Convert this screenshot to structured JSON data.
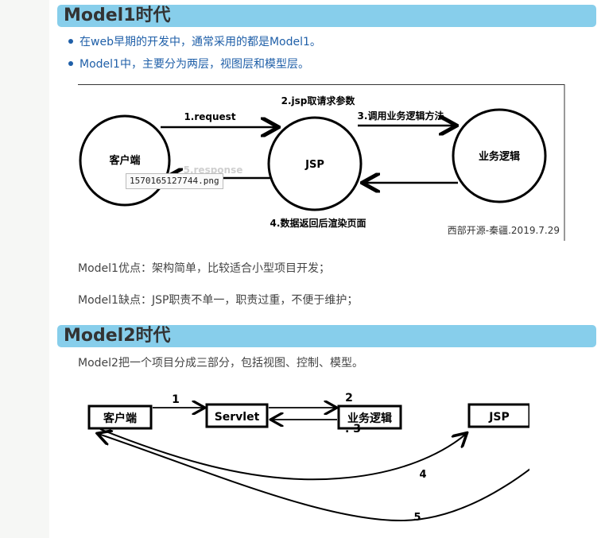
{
  "section1": {
    "title": "Model1时代",
    "bullets": [
      "在web早期的开发中，通常采用的都是Model1。",
      "Model1中，主要分为两层，视图层和模型层。"
    ],
    "diagram": {
      "node_client": "客户端",
      "node_jsp": "JSP",
      "node_business": "业务逻辑",
      "label_request": "1.request",
      "label_jsp_params": "2.jsp取请求参数",
      "label_call": "3.调用业务逻辑方法",
      "label_render": "4.数据返回后渲染页面",
      "label_response": "5.response",
      "watermark": "西部开源-秦疆.2019.7.29"
    },
    "tooltip": "1570165127744.png",
    "pros": "Model1优点：架构简单，比较适合小型项目开发；",
    "cons": "Model1缺点：JSP职责不单一，职责过重，不便于维护；"
  },
  "section2": {
    "title": "Model2时代",
    "intro": "Model2把一个项目分成三部分，包括视图、控制、模型。",
    "diagram": {
      "node_client": "客户端",
      "node_servlet": "Servlet",
      "node_business": "业务逻辑",
      "node_jsp": "JSP",
      "label_1": "1",
      "label_2": "2",
      "label_3": ". 3",
      "label_4": "4",
      "label_5": "5"
    }
  }
}
